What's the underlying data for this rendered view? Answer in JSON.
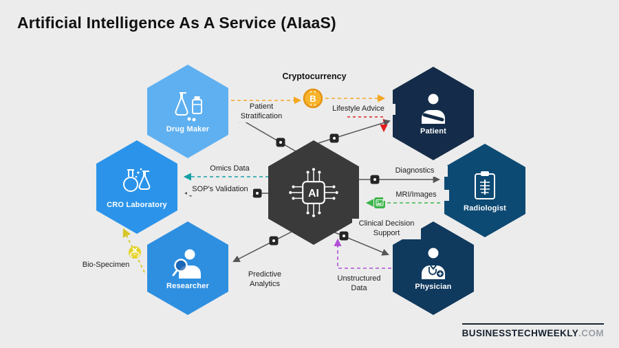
{
  "title": "Artificial Intelligence As A Service (AIaaS)",
  "center": {
    "label": "AI",
    "color": "#3a3a3a"
  },
  "nodes": [
    {
      "id": "drug-maker",
      "label": "Drug Maker",
      "color": "#5fb0f0"
    },
    {
      "id": "patient",
      "label": "Patient",
      "color": "#142c49"
    },
    {
      "id": "cro-laboratory",
      "label": "CRO Laboratory",
      "color": "#2b94ea"
    },
    {
      "id": "radiologist",
      "label": "Radiologist",
      "color": "#0d4a73"
    },
    {
      "id": "researcher",
      "label": "Researcher",
      "color": "#2e8fe0"
    },
    {
      "id": "physician",
      "label": "Physician",
      "color": "#10395e"
    }
  ],
  "labels": {
    "cryptocurrency": "Cryptocurrency",
    "patient_stratification": "Patient Stratification",
    "lifestyle_advice": "Lifestyle Advice",
    "omics_data": "Omics Data",
    "sops_validation": "SOP's Validation",
    "diagnostics": "Diagnostics",
    "mri_images": "MRI/Images",
    "clinical_decision_support": "Clinical Decision Support",
    "predictive_analytics": "Predictive Analytics",
    "unstructured_data": "Unstructured Data",
    "bio_specimen": "Bio-Specimen"
  },
  "crypto": {
    "coin_letter": "B",
    "coin_color": "#f7b32b"
  },
  "branding": {
    "name": "BUSINESSTECHWEEKLY",
    "suffix": ".COM"
  },
  "palette": {
    "background": "#ececec",
    "line_dark": "#555555",
    "orange": "#f5a623",
    "red": "#e02020",
    "teal": "#14a0a6",
    "green": "#3cb54a",
    "purple": "#b04fd6",
    "olive": "#d6c628",
    "connector_square": "#262626"
  }
}
